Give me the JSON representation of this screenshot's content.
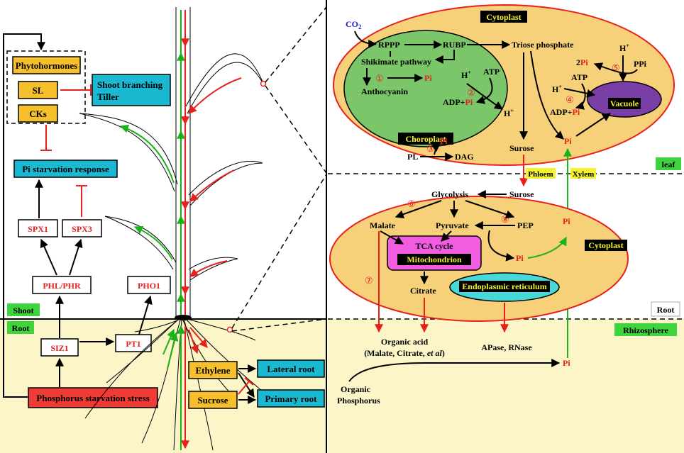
{
  "left": {
    "phytohormones": "Phytohormones",
    "sl": "SL",
    "cks": "CKs",
    "shoot_branching": "Shoot branching",
    "tiller": "Tiller",
    "pi_starvation_response": "Pi starvation response",
    "spx1": "SPX1",
    "spx3": "SPX3",
    "phl_phr": "PHL/PHR",
    "pho1": "PHO1",
    "siz1": "SIZ1",
    "pt1": "PT1",
    "phosphorus_starvation_stress": "Phosphorus starvation stress",
    "shoot_label": "Shoot",
    "root_label": "Root",
    "ethylene": "Ethylene",
    "sucrose": "Sucrose",
    "lateral_root": "Lateral root",
    "primary_root": "Primary root"
  },
  "right": {
    "co2": "CO",
    "co2_sub": "2",
    "cytoplast_top": "Cytoplast",
    "rppp": "RPPP",
    "rubp": "RUBP",
    "triose_phosphate": "Triose phosphate",
    "shikimate_pathway": "Shikimate pathway",
    "anthocyanin": "Anthocyanin",
    "pi": "Pi",
    "two_pi": "2Pi",
    "two": "2",
    "h_plus": "H",
    "plus": "+",
    "atp": "ATP",
    "adp_plus": "ADP+",
    "ppi": "PPi",
    "choroplast": "Choroplast",
    "vacuole": "Vacuole",
    "surose": "Surose",
    "pl": "PL",
    "dag": "DAG",
    "leaf_label": "leaf",
    "phloem": "Phloem",
    "xylem": "Xylem",
    "glycolysis": "Glycolysis",
    "malate": "Malate",
    "pyruvate": "Pyruvate",
    "pep": "PEP",
    "tca_cycle": "TCA cycle",
    "mitochondrion": "Mitochondrion",
    "cytoplast_bottom": "Cytoplast",
    "citrate": "Citrate",
    "endoplasmic_reticulum": "Endoplasmic reticulum",
    "root_label": "Root",
    "rhizosphere": "Rhizosphere",
    "organic_acid": "Organic acid",
    "organic_acid_detail_prefix": "(Malate, Citrate, ",
    "organic_acid_detail_italic": "et al",
    "organic_acid_detail_suffix": ")",
    "apase_rnase": "APase, RNase",
    "organic": "Organic",
    "phosphorus": "Phosphorus",
    "num1": "①",
    "num2": "②",
    "num3": "③",
    "num4": "④",
    "num5": "⑤",
    "num6": "⑥",
    "num7": "⑦",
    "num8": "⑧"
  },
  "colors": {
    "red": "#e8201c",
    "green": "#19b319",
    "gold_box": "#f5c02c",
    "blue_box": "#1bb8d1",
    "red_box": "#ef3b35",
    "label_green": "#3ed43e",
    "cytoplast_fill": "#f7d07a",
    "chloroplast_fill": "#7cc66a",
    "vacuole_fill": "#7a3fa6",
    "mito_fill": "#f25ce0",
    "er_fill": "#47d8d8",
    "soil": "#fbf5c8",
    "label_yellow": "#f2f22e"
  }
}
